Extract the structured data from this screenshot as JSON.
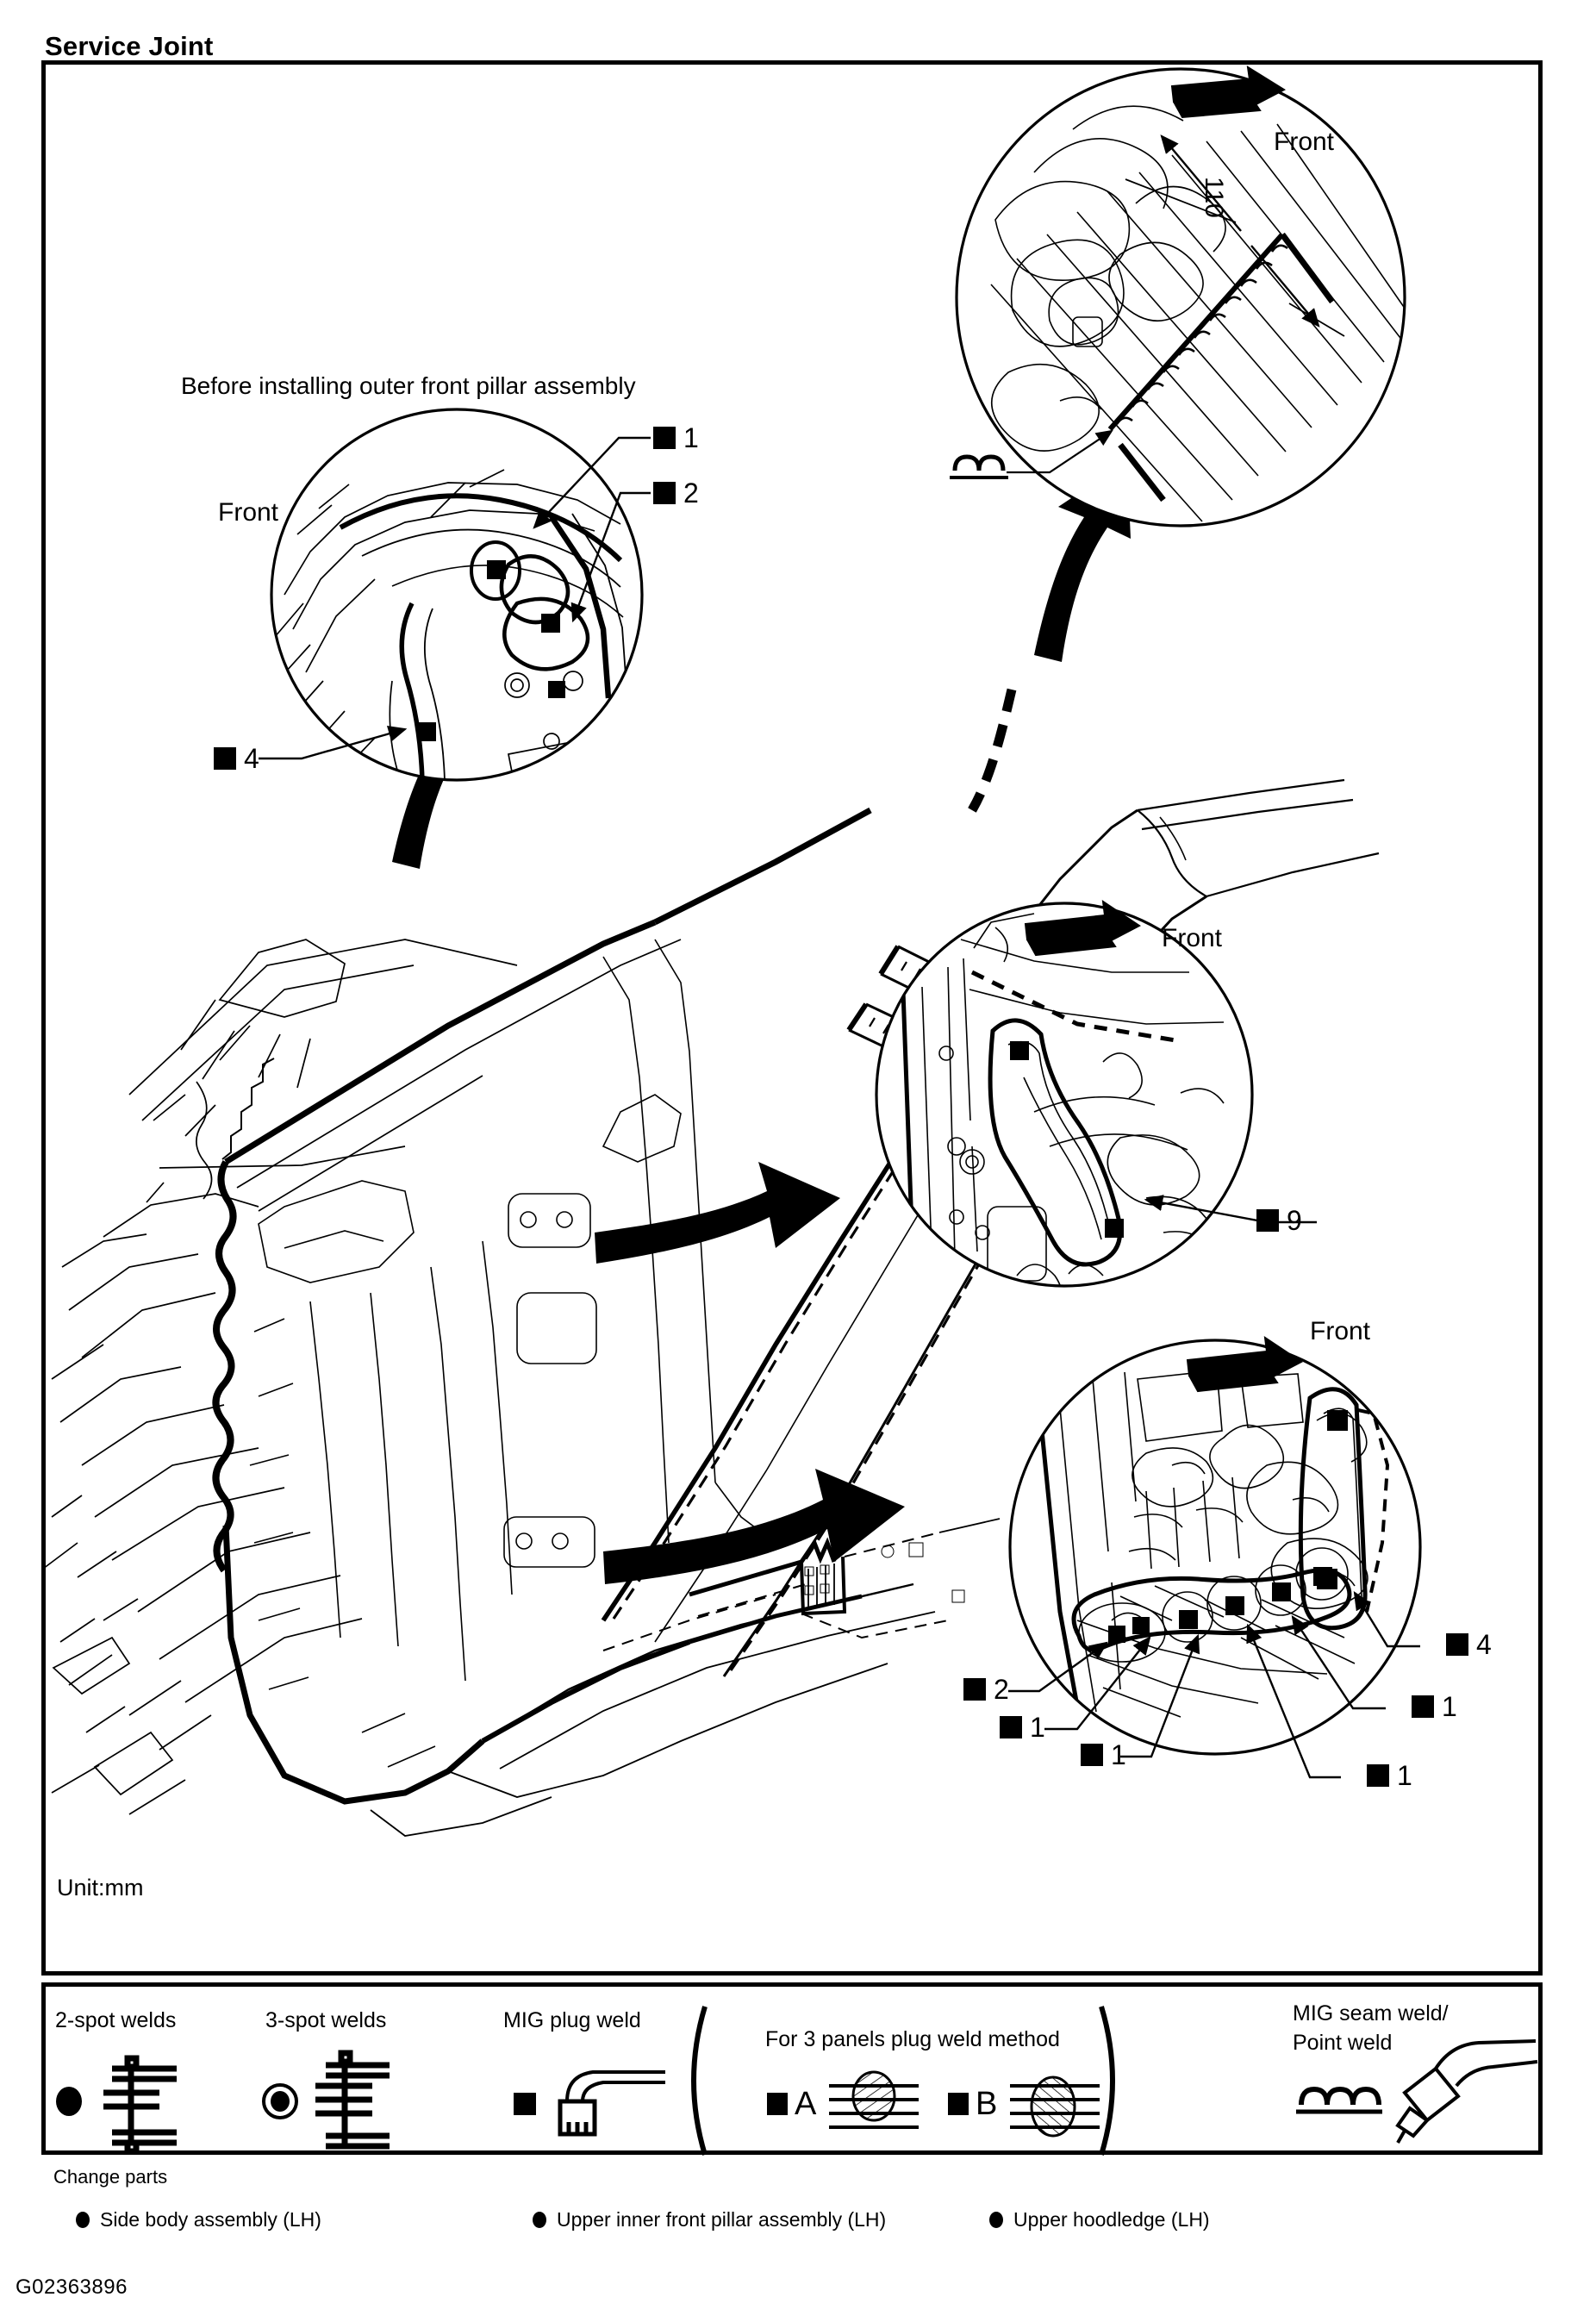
{
  "title": "Service Joint",
  "unit_note": "Unit:mm",
  "figure_id": "G02363896",
  "details": {
    "before_install": {
      "heading": "Before installing outer front pillar assembly",
      "front_label": "Front",
      "callouts": [
        {
          "symbol": "plug-weld-square",
          "number": "1"
        },
        {
          "symbol": "plug-weld-square",
          "number": "2"
        },
        {
          "symbol": "plug-weld-square",
          "number": "4"
        }
      ]
    },
    "top_right": {
      "front_label": "Front",
      "dimension": "110",
      "weld_symbol": "mig-seam-weld"
    },
    "mid_right": {
      "front_label": "Front",
      "callouts": [
        {
          "symbol": "plug-weld-square",
          "number": "9"
        }
      ]
    },
    "bottom_right": {
      "front_label": "Front",
      "callouts": [
        {
          "symbol": "plug-weld-square",
          "number": "4"
        },
        {
          "symbol": "plug-weld-square",
          "number": "1"
        },
        {
          "symbol": "plug-weld-square",
          "number": "1"
        },
        {
          "symbol": "plug-weld-square",
          "number": "1"
        },
        {
          "symbol": "plug-weld-square",
          "number": "1"
        },
        {
          "symbol": "plug-weld-square",
          "number": "2"
        }
      ]
    }
  },
  "legend": {
    "items": [
      {
        "label": "2-spot welds",
        "symbol": "filled-circle"
      },
      {
        "label": "3-spot welds",
        "symbol": "ring-circle"
      },
      {
        "label": "MIG plug weld",
        "symbol": "filled-square"
      }
    ],
    "group": {
      "heading": "For 3 panels plug weld method",
      "options": [
        {
          "letter": "A",
          "symbol": "filled-square"
        },
        {
          "letter": "B",
          "symbol": "filled-square"
        }
      ]
    },
    "seam": {
      "line1": "MIG seam weld/",
      "line2": "Point weld",
      "symbol": "mig-seam-weld"
    }
  },
  "change_parts": {
    "heading": "Change parts",
    "items": [
      "Side body assembly (LH)",
      "Upper inner front pillar assembly (LH)",
      "Upper hoodledge (LH)"
    ]
  }
}
